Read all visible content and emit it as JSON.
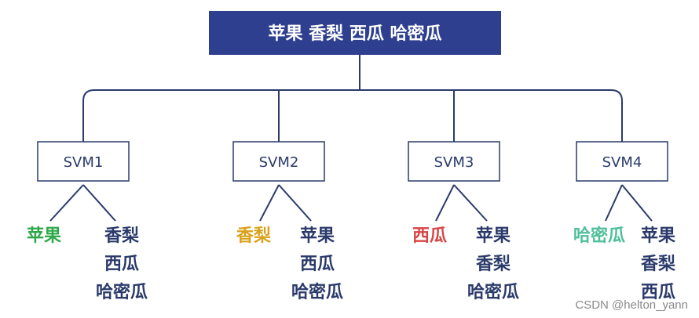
{
  "root": {
    "label": "苹果 香梨 西瓜 哈密瓜",
    "fill": "#2f3f8f"
  },
  "colors": {
    "line": "#2b3a6b",
    "svm_border": "#2b3a6b",
    "text_dark": "#2b3a6b"
  },
  "classifiers": [
    {
      "label": "SVM1",
      "positive": {
        "text": "苹果",
        "color": "#2ea84a"
      },
      "negative": [
        "香梨",
        "西瓜",
        "哈密瓜"
      ]
    },
    {
      "label": "SVM2",
      "positive": {
        "text": "香梨",
        "color": "#d9a21b"
      },
      "negative": [
        "苹果",
        "西瓜",
        "哈密瓜"
      ]
    },
    {
      "label": "SVM3",
      "positive": {
        "text": "西瓜",
        "color": "#d84545"
      },
      "negative": [
        "苹果",
        "香梨",
        "哈密瓜"
      ]
    },
    {
      "label": "SVM4",
      "positive": {
        "text": "哈密瓜",
        "color": "#4fbf9a"
      },
      "negative": [
        "苹果",
        "香梨",
        "西瓜"
      ]
    }
  ],
  "watermark": "CSDN @helton_yann"
}
